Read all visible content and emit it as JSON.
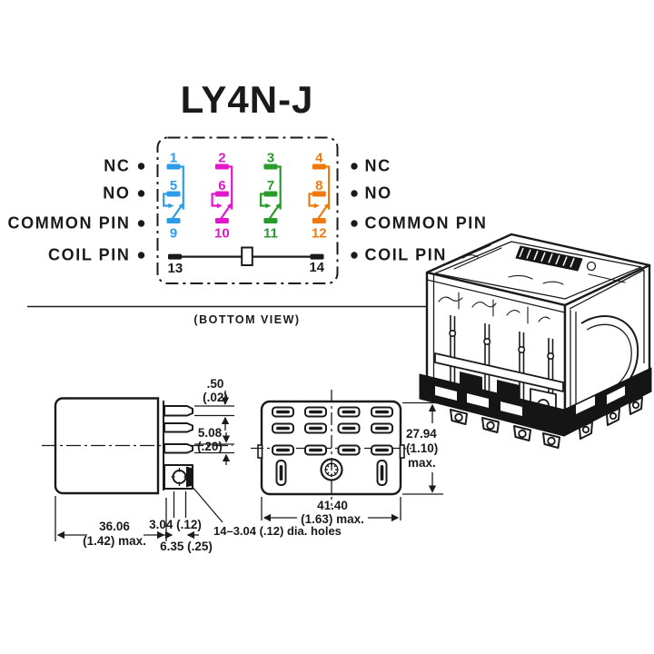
{
  "title": "LY4N-J",
  "caption": "(BOTTOM VIEW)",
  "pin_diagram": {
    "left_labels": [
      "NC",
      "NO",
      "COMMON PIN",
      "COIL PIN"
    ],
    "right_labels": [
      "NC",
      "NO",
      "COMMON PIN",
      "COIL PIN"
    ],
    "poles": [
      {
        "color": "#2d9ce8",
        "nc": "1",
        "no": "5",
        "common": "9"
      },
      {
        "color": "#e316cc",
        "nc": "2",
        "no": "6",
        "common": "10"
      },
      {
        "color": "#2a9a2a",
        "nc": "3",
        "no": "7",
        "common": "11"
      },
      {
        "color": "#ee7a0f",
        "nc": "4",
        "no": "8",
        "common": "12"
      }
    ],
    "coil_left": "13",
    "coil_right": "14"
  },
  "side_view": {
    "pin_thickness_mm": ".50",
    "pin_thickness_in": "(.02)",
    "pin_pitch_mm": "5.08",
    "pin_pitch_in": "(.20)",
    "body_width_mm": "36.06",
    "body_width_in": "(1.42) max.",
    "hole_dia": "3.04 (.12)",
    "hole_offset": "6.35 (.25)",
    "holes_note": "14–3.04 (.12) dia. holes"
  },
  "socket_view": {
    "height_mm": "27.94",
    "height_in": "(1.10)",
    "height_max": "max.",
    "width_mm": "41.40",
    "width_in": "(1.63) max."
  }
}
